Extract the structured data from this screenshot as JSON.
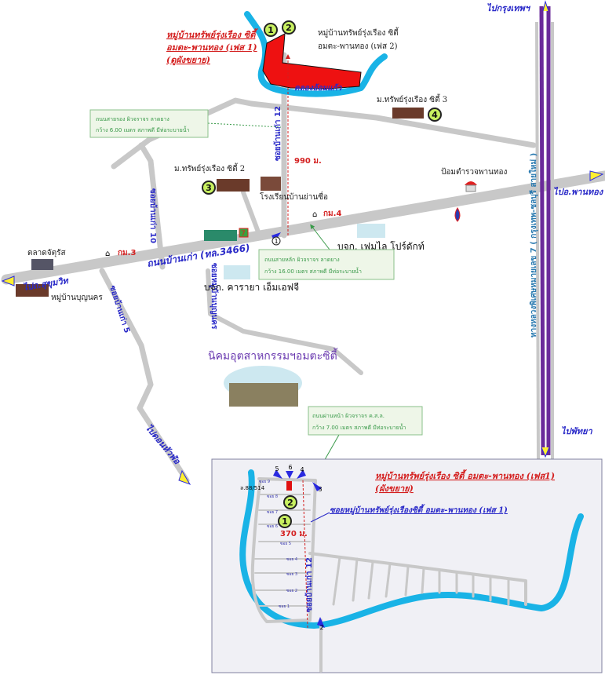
{
  "directions": {
    "bangkok": "ไปกรุงเทพฯ",
    "phanthong": "ไปอ.พานทอง",
    "sukhumvit": "ไปถ.สุขุมวิท",
    "donhualo": "ไปดอนหัวฬ่อ",
    "pattaya": "ไปพัทยา"
  },
  "top_village": {
    "phase1_line1": "หมู่บ้านทรัพย์รุ่งเรือง ซิตี้",
    "phase1_line2": "อมตะ-พานทอง (เฟส 1)",
    "phase1_line3": "(ดูผังขยาย)",
    "phase2_line1": "หมู่บ้านทรัพย์รุ่งเรือง ซิตี้",
    "phase2_line2": "อมตะ-พานทอง (เฟส 2)",
    "canal": "คลองอ้อมแก้ว",
    "marker1": "1",
    "marker2": "2"
  },
  "places": {
    "city3": "ม.ทรัพย์รุ่งเรือง ซิตี้ 3",
    "city3_marker": "4",
    "city2": "ม.ทรัพย์รุ่งเรือง ซิตี้ 2",
    "city2_marker": "3",
    "school": "โรงเรียนบ้านย่านซื่อ",
    "police": "ป้อมตำรวจพานทอง",
    "market": "ตลาดจัตุรัส",
    "village_bunkorn": "หมู่บ้านบุญนคร",
    "company_family": "บจก. เฟมไล โปร์ดักท์",
    "company_karaya": "บจก. คารายา เอ็มเอฟจี",
    "estate": "นิคมอุตสาหกรรมฯอมตะซิตี้",
    "seven_eleven": "7"
  },
  "roads": {
    "main": "ถนนบ้านเก่า (ทล.3466)",
    "soi12": "ซอยบ้านเก่า 12",
    "soi10": "ซอยบ้านเก่า 10",
    "soi5": "ซอยบ้านเก่า 5",
    "soi_middle": "ซอยหมู่บ้านบุญนคร",
    "highway": "ทางหลวงพิเศษหมายเลข 7 ( กรุงเทพ-ชลบุรี สายใหม่ )",
    "km3": "กม.3",
    "km4": "กม.4",
    "distance_990": "990 ม.",
    "marker1": "1"
  },
  "callouts": [
    {
      "line1": "ถนนสายรอง ผิวจราจร ลาดยาง",
      "line2": "กว้าง 6.00 เมตร สภาพดี มีท่อระบายน้ำ"
    },
    {
      "line1": "ถนนสายหลัก ผิวจราจร ลาดยาง",
      "line2": "กว้าง 16.00 เมตร สภาพดี มีท่อระบายน้ำ"
    },
    {
      "line1": "ถนนผ่านหน้า ผิวจราจร ค.ส.ล.",
      "line2": "กว้าง 7.00 เมตร สภาพดี มีท่อระบายน้ำ"
    }
  ],
  "inset": {
    "title_line1": "หมู่บ้านทรัพย์รุ่งเรือง ซิตี้ อมตะ-พานทอง (เฟส1)",
    "title_line2": "(ผังขยาย)",
    "soi_label": "ซอยหมู่บ้านทรัพย์รุ่งเรืองซิตี้ อมตะ-พานทอง (เฟส 1)",
    "road_label": "ซอยบ้านเก่า 12",
    "distance_370": "370 ม.",
    "plot": "ล.88/514",
    "markers": [
      "1",
      "2"
    ],
    "arrows": [
      "2",
      "3",
      "4",
      "5",
      "6"
    ],
    "left_sois": [
      "ซอย 9",
      "ซอย 8",
      "ซอย 7",
      "ซอย 6",
      "ซอย 5",
      "ซอย 4",
      "ซอย 3",
      "ซอย 2",
      "ซอย 1"
    ]
  }
}
